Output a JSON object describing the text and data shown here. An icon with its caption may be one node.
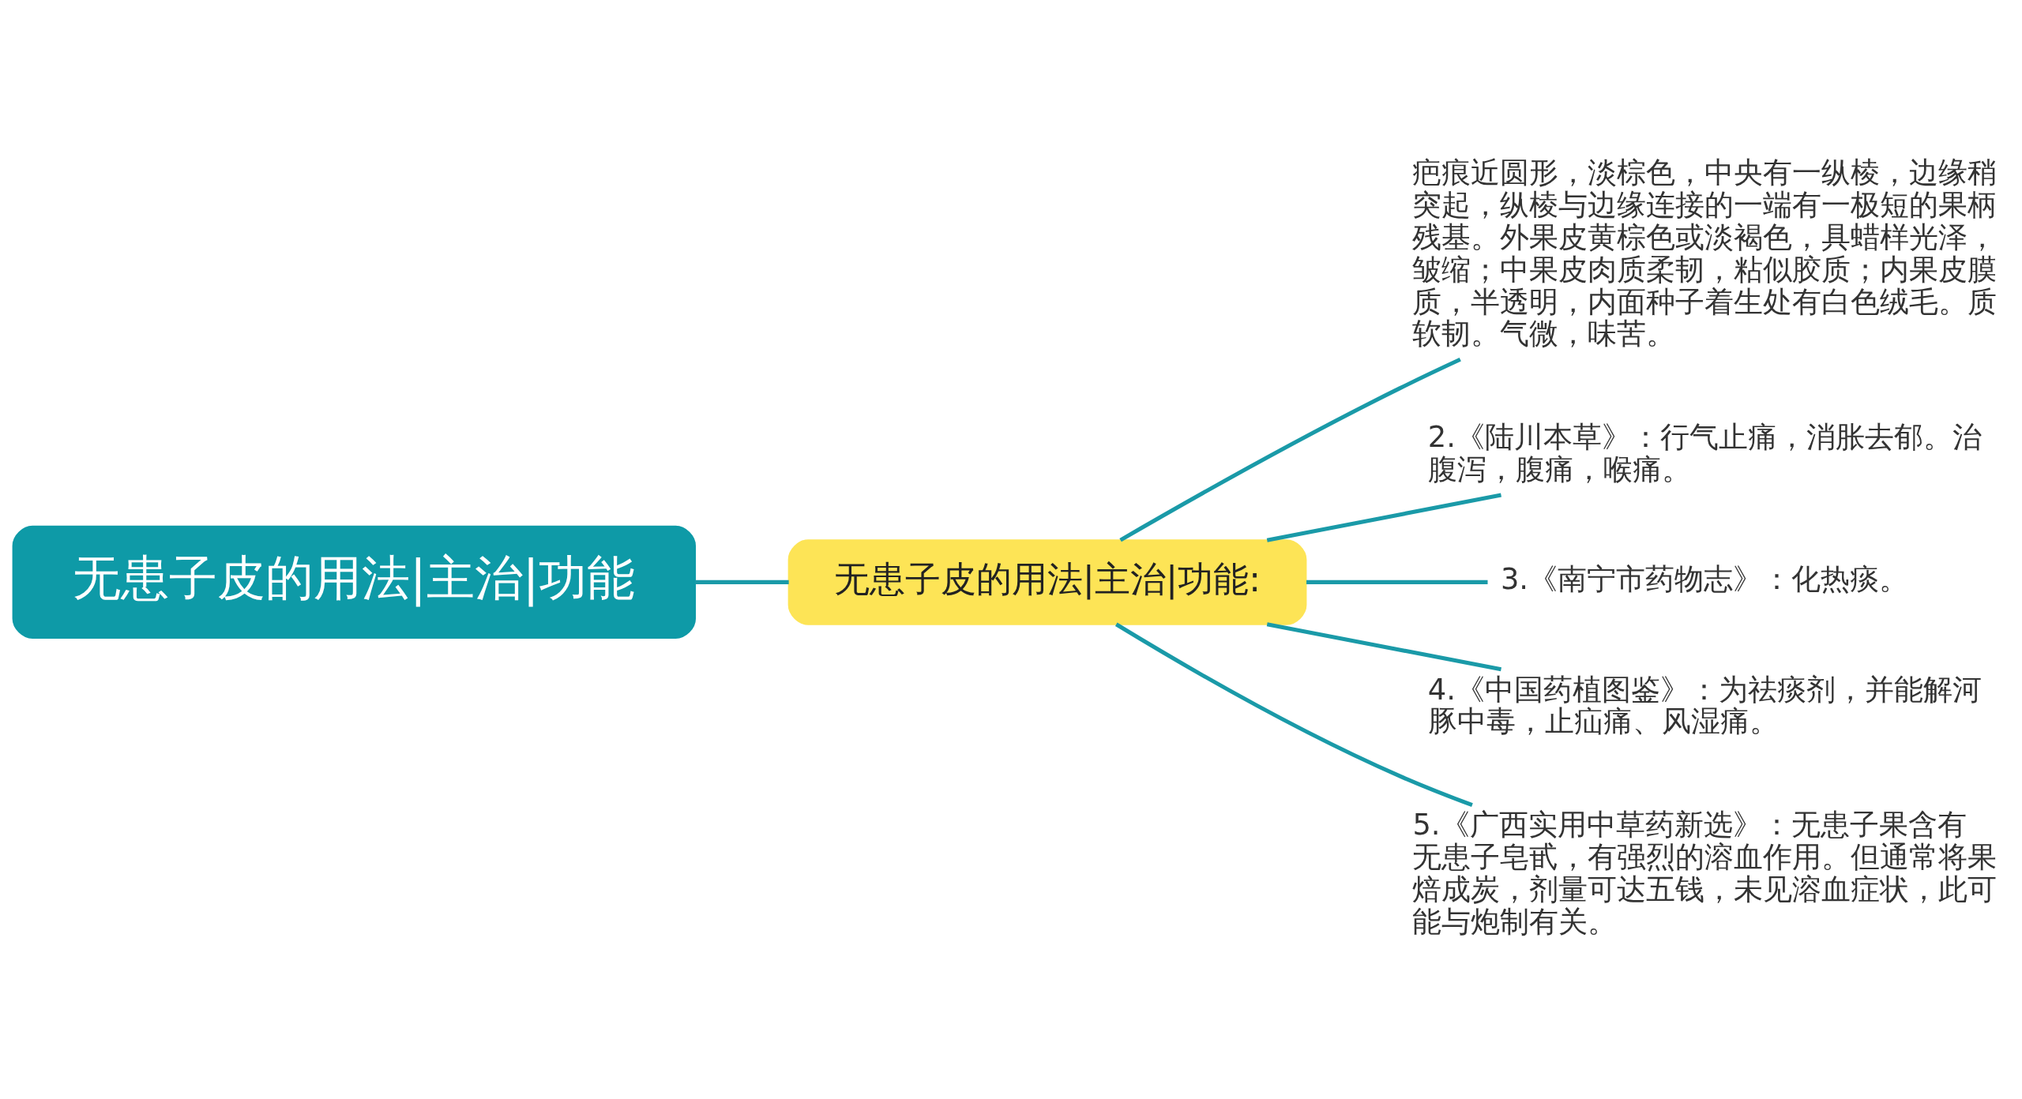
{
  "diagram": {
    "nodes": [
      {
        "text": [
          "无患子皮的用法|主治|功能"
        ]
      },
      {
        "text": [
          "无患子皮的用法|主治|功能:"
        ]
      },
      {
        "text": [
          "疤痕近圆形，淡棕色，中央有一纵棱，边缘稍突起，纵棱与边缘连接的一端有一极短的果柄残基。外果皮黄棕色或淡褐色，具蜡样光泽，皱缩；中果皮肉质柔韧，粘似胶质；内果皮膜质，半透明，内面种子着生处有白色绒毛。质软韧。气微，味苦。"
        ]
      },
      {
        "text": [
          "2.《陆川本草》：行气止痛，消胀去郁。治腹泻，腹痛，喉痛。"
        ]
      },
      {
        "text": [
          "3.《南宁市药物志》：化热痰。"
        ]
      },
      {
        "text": [
          "4.《中国药植图鉴》：为祛痰剂，并能解河豚中毒，止疝痛、风湿痛。"
        ]
      },
      {
        "text": [
          "5.《广西实用中草药新选》：无患子果含有无患子皂甙，有强烈的溶血作用。但通常将果焙成炭，剂量可达五钱，未见溶血症状，此可能与炮制有关。"
        ]
      }
    ],
    "edges": [
      {
        "from": 0,
        "to": 1,
        "arrow": "none"
      },
      {
        "from": 1,
        "to": 2,
        "arrow": "none"
      },
      {
        "from": 1,
        "to": 3,
        "arrow": "none"
      },
      {
        "from": 1,
        "to": 4,
        "arrow": "none"
      },
      {
        "from": 1,
        "to": 5,
        "arrow": "none"
      },
      {
        "from": 1,
        "to": 6,
        "arrow": "none"
      }
    ]
  }
}
